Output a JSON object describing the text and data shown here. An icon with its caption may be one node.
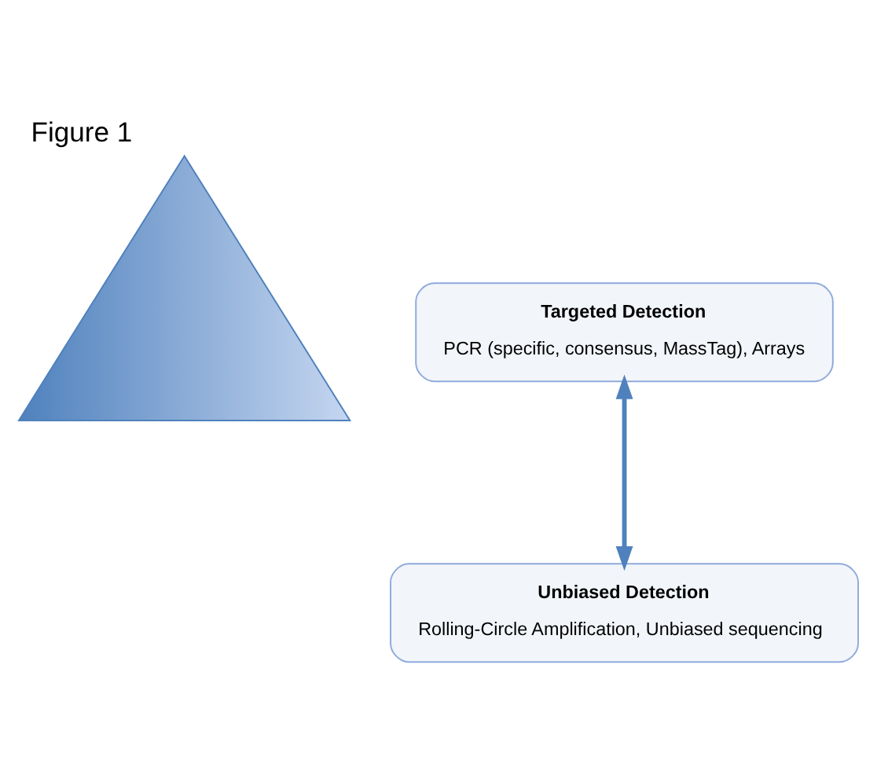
{
  "diagram": {
    "title": "Figure 1",
    "nodes": [
      {
        "text": [],
        "shape": "triangle"
      },
      {
        "text": [
          "Targeted Detection",
          "PCR (specific, consensus, MassTag), Arrays"
        ]
      },
      {
        "text": [
          "Unbiased Detection",
          "Rolling-Circle Amplification, Unbiased sequencing"
        ]
      }
    ],
    "edges": [
      {
        "from": 1,
        "to": 2,
        "arrow": "both"
      }
    ]
  }
}
